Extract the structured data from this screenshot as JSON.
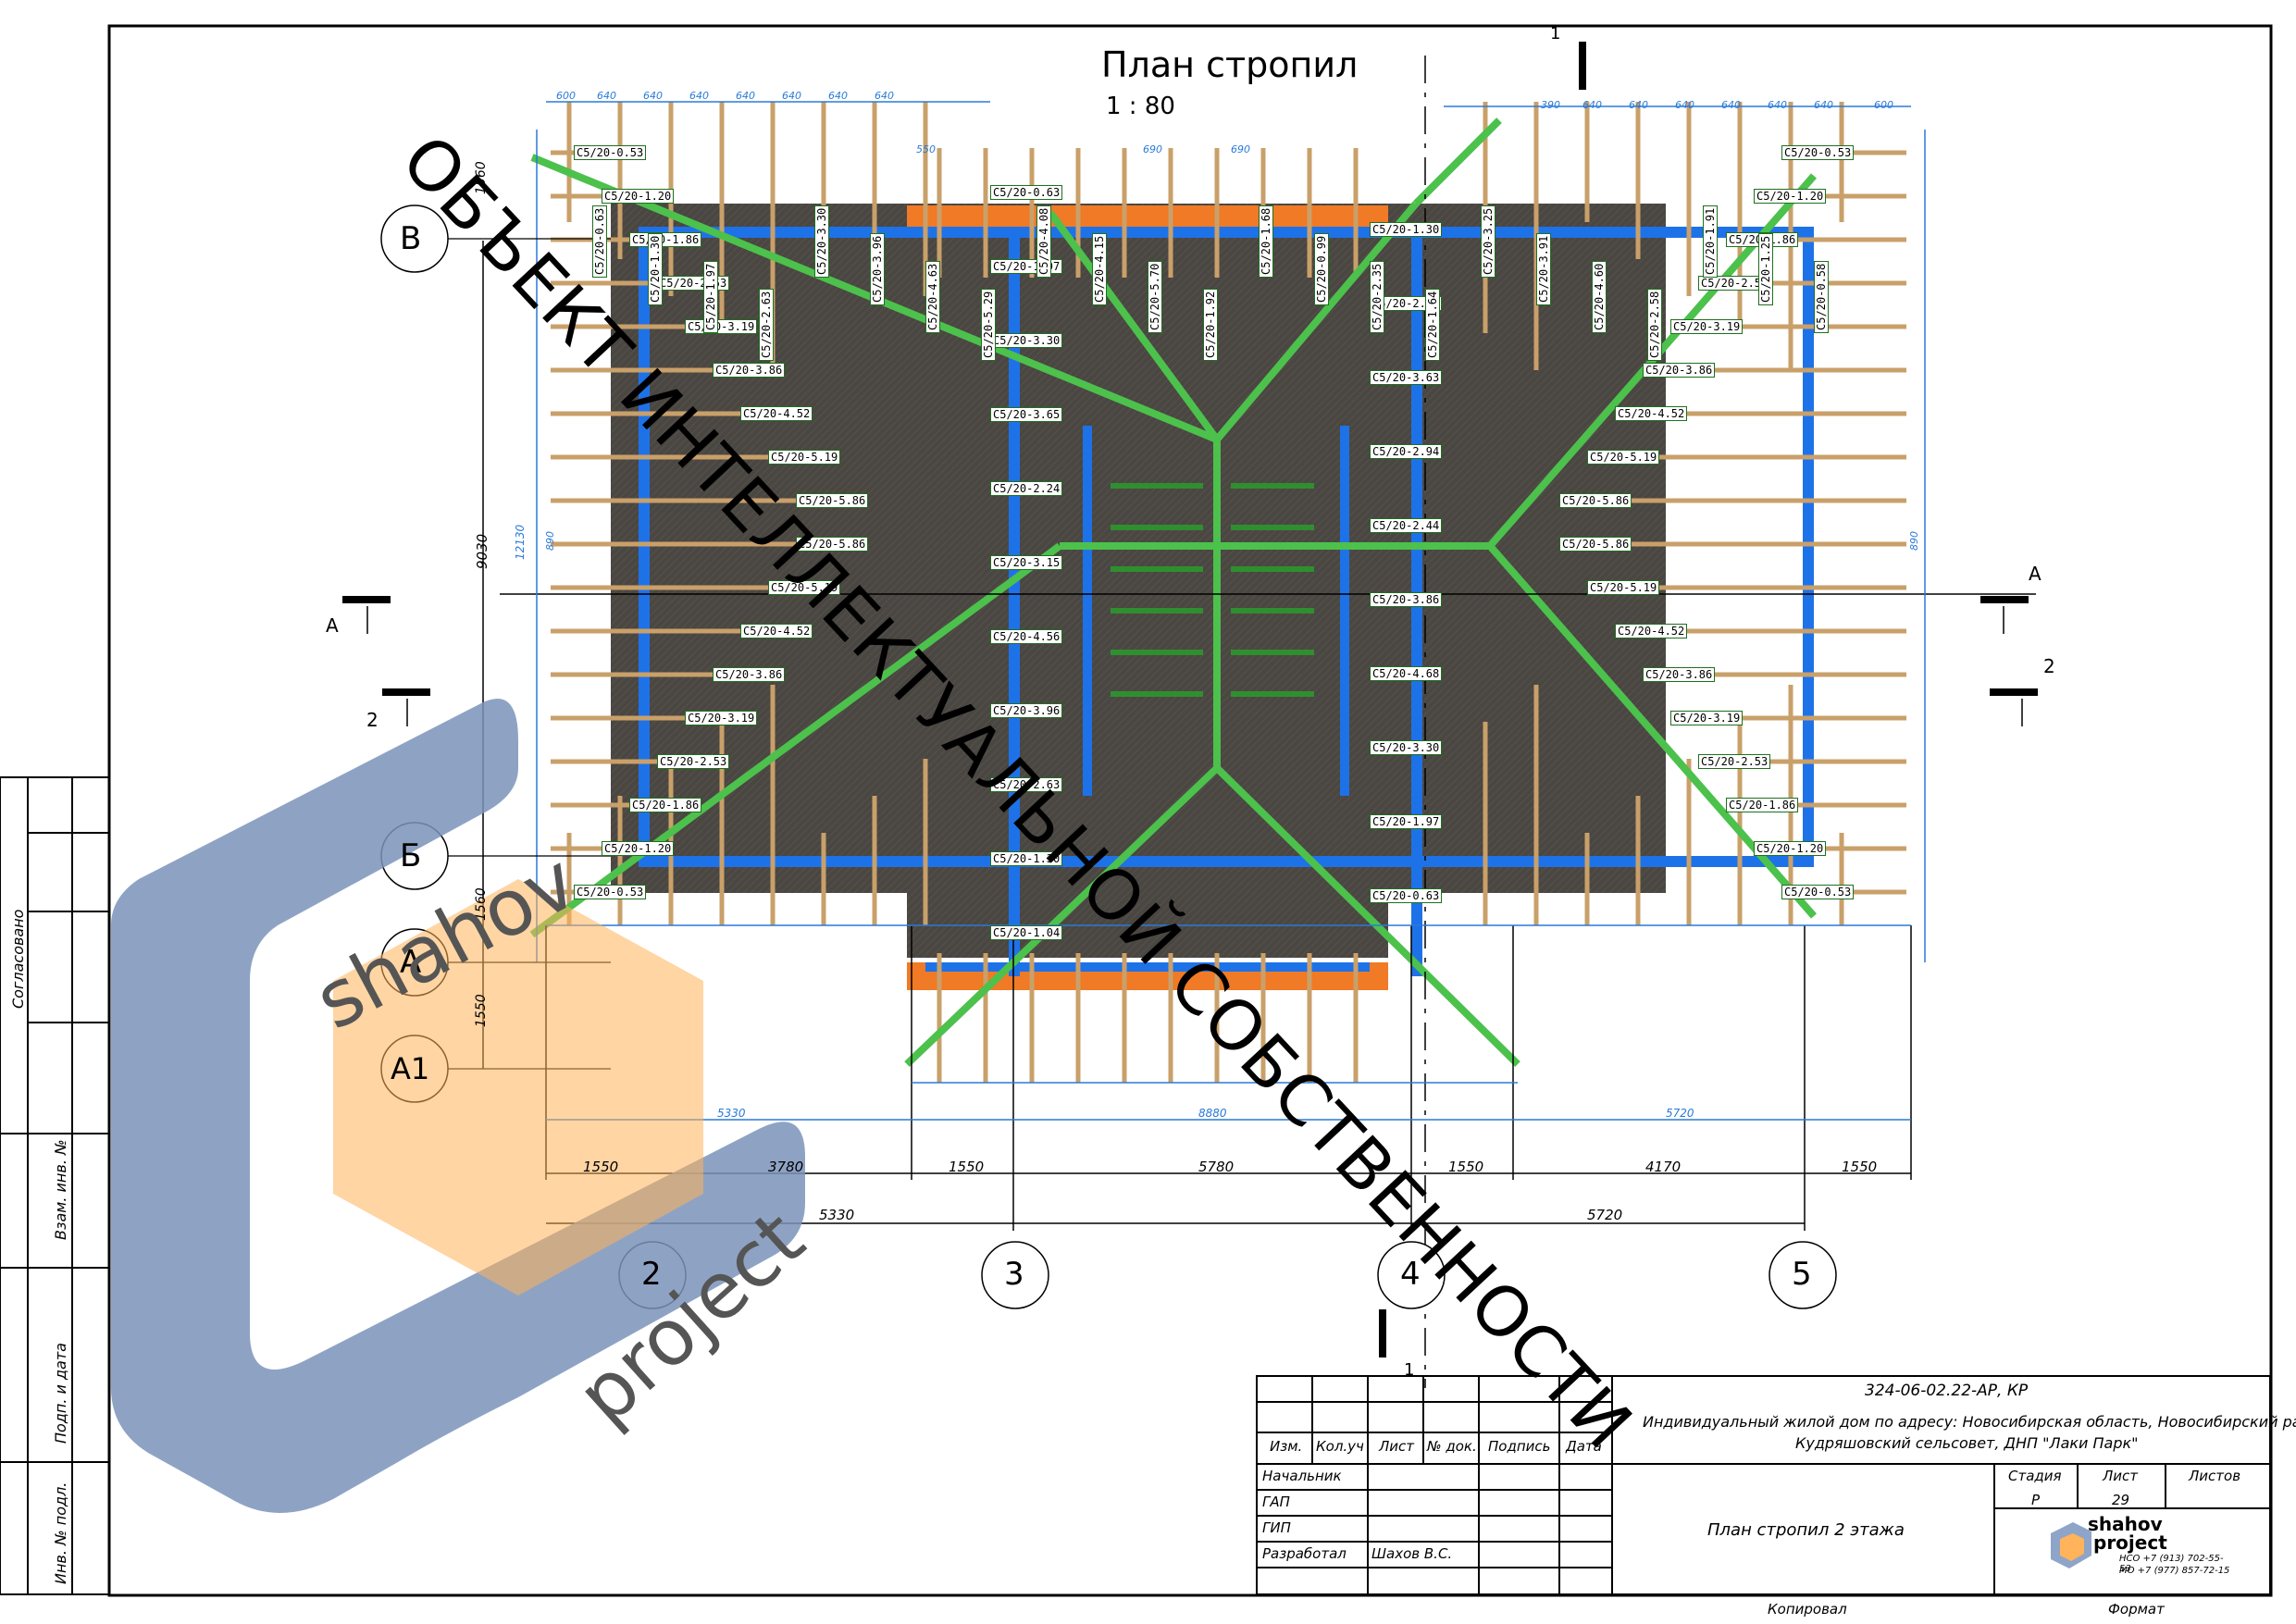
{
  "drawing": {
    "title": "План стропил",
    "scale": "1 : 80"
  },
  "axes": {
    "rows": [
      "В",
      "Б",
      "А",
      "А1"
    ],
    "cols": [
      "2",
      "3",
      "4",
      "5"
    ]
  },
  "section_marks": {
    "a": "А",
    "two": "2",
    "one": "1"
  },
  "dimensions": {
    "bottom_row1": [
      "1550",
      "3780",
      "1550",
      "5780",
      "1550",
      "4170",
      "1550"
    ],
    "bottom_row2": [
      "5330",
      "5720"
    ],
    "left_overall": "9030",
    "left_row": [
      "1560",
      "1560",
      "1550"
    ],
    "blue_span_left": "5330",
    "blue_span_mid": "8880",
    "blue_span_right": "5720",
    "blue_left_height": "12130",
    "rafter_spacing": "640",
    "edge_600": "600",
    "edge_550": "550",
    "edge_390": "390",
    "mid_690": "690",
    "mid_890": "890"
  },
  "rafter_labels": {
    "left_horizontal": [
      "С5/20-0.53",
      "С5/20-1.20",
      "С5/20-1.86",
      "С5/20-2.53",
      "С5/20-3.19",
      "С5/20-3.86",
      "С5/20-4.52",
      "С5/20-5.19",
      "С5/20-5.86",
      "С5/20-5.86",
      "С5/20-5.19",
      "С5/20-4.52",
      "С5/20-3.86",
      "С5/20-3.19",
      "С5/20-2.53",
      "С5/20-1.86",
      "С5/20-1.20",
      "С5/20-0.53"
    ],
    "center_horizontal": [
      "С5/20-0.63",
      "С5/20-1.30",
      "С5/20-1.97",
      "С5/20-2.63",
      "С5/20-3.30",
      "С5/20-3.63",
      "С5/20-3.65",
      "С5/20-2.94",
      "С5/20-2.24",
      "С5/20-2.44",
      "С5/20-3.15",
      "С5/20-3.86",
      "С5/20-4.56",
      "С5/20-4.68",
      "С5/20-3.96",
      "С5/20-3.30",
      "С5/20-2.63",
      "С5/20-1.97",
      "С5/20-1.30",
      "С5/20-0.63",
      "С5/20-1.04"
    ],
    "vertical": [
      "С5/20-0.63",
      "С5/20-1.30",
      "С5/20-1.97",
      "С5/20-2.63",
      "С5/20-3.30",
      "С5/20-3.96",
      "С5/20-4.63",
      "С5/20-5.29",
      "С5/20-4.08",
      "С5/20-4.15",
      "С5/20-5.70",
      "С5/20-1.92",
      "С5/20-1.68",
      "С5/20-0.99",
      "С5/20-2.35",
      "С5/20-1.64",
      "С5/20-3.25",
      "С5/20-3.91",
      "С5/20-4.60",
      "С5/20-2.58",
      "С5/20-1.91",
      "С5/20-1.25",
      "С5/20-0.58"
    ]
  },
  "watermark": {
    "text": "ОБЪЕКТ ИНТЕЛЛЕКТУАЛЬНОЙ СОБСТВЕННОСТИ",
    "brand_top": "shahov",
    "brand_bottom": "project"
  },
  "side_stamp": {
    "agreed": "Согласовано",
    "vzam_inv": "Взам. инв. №",
    "podp_data": "Подп. и дата",
    "inv_podl": "Инв. № подл."
  },
  "title_block": {
    "code": "324-06-02.22-АР, КР",
    "project_line1": "Индивидуальный жилой дом по адресу: Новосибирская область, Новосибирский район,",
    "project_line2": "Кудряшовский сельсовет, ДНП \"Лаки Парк\"",
    "col_headers": [
      "Изм.",
      "Кол.уч",
      "Лист",
      "№ док.",
      "Подпись",
      "Дата"
    ],
    "roles": [
      "Начальник",
      "ГАП",
      "ГИП",
      "Разработал"
    ],
    "developer": "Шахов В.С.",
    "sheet_title": "План стропил 2 этажа",
    "stage_label": "Стадия",
    "sheet_label": "Лист",
    "sheets_label": "Листов",
    "stage": "Р",
    "sheet": "29",
    "logo_top": "shahov",
    "logo_bottom": "project",
    "phone1": "НСО +7 (913) 702-55-53",
    "phone2": "МО +7 (977) 857-72-15",
    "copied": "Копировал",
    "format": "Формат"
  }
}
